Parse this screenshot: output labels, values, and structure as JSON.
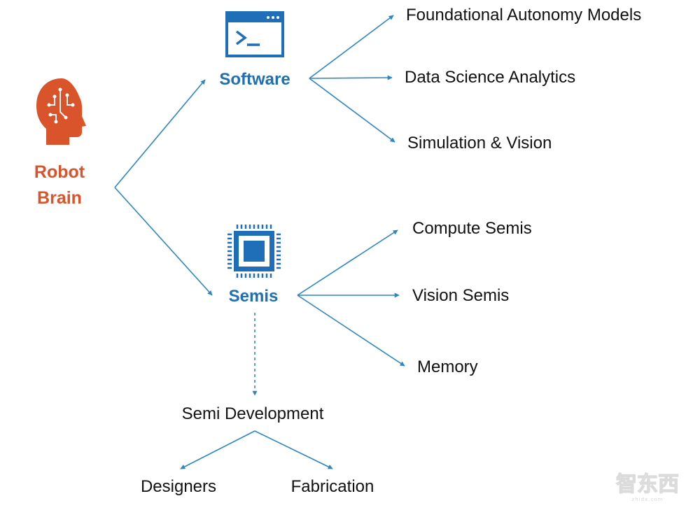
{
  "colors": {
    "arrow": "#2e86c1",
    "blue_label": "#1f6fb2",
    "icon_blue": "#1e6fb8",
    "orange": "#d9532b",
    "text": "#111111",
    "watermark": "#cfcfcf"
  },
  "nodes": {
    "robot_brain": {
      "line1": "Robot",
      "line2": "Brain",
      "icon": "head-brain-icon"
    },
    "software": {
      "label": "Software",
      "icon": "terminal-window-icon"
    },
    "semis": {
      "label": "Semis",
      "icon": "chip-icon"
    },
    "foundational": {
      "label": "Foundational Autonomy Models"
    },
    "data_science": {
      "label": "Data Science Analytics"
    },
    "simulation": {
      "label": "Simulation & Vision"
    },
    "compute_semis": {
      "label": "Compute Semis"
    },
    "vision_semis": {
      "label": "Vision Semis"
    },
    "memory": {
      "label": "Memory"
    },
    "semi_development": {
      "label": "Semi Development"
    },
    "designers": {
      "label": "Designers"
    },
    "fabrication": {
      "label": "Fabrication"
    }
  },
  "watermark": {
    "logo_text": "智东西",
    "sub_text": "zhidx.com"
  }
}
